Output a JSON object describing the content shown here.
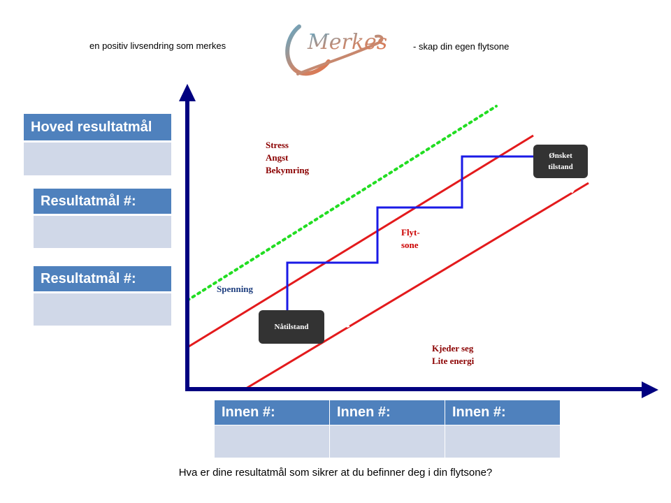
{
  "header": {
    "left_tagline": "en positiv livsendring som merkes",
    "logo_text": "Merkes",
    "right_tagline": "- skap din egen flytsone"
  },
  "goals": {
    "main_title": "Hoved resultatmål",
    "sub_title_1": "Resultatmål #:",
    "sub_title_2": "Resultatmål #:"
  },
  "diagram": {
    "stress_lines": [
      "Stress",
      "Angst",
      "Bekymring"
    ],
    "tension_label": "Spenning",
    "flow_zone_lines": [
      "Flyt-",
      "sone"
    ],
    "bored_lines": [
      "Kjeder seg",
      "Lite energi"
    ],
    "current_state": "Nåtilstand",
    "desired_state_lines": [
      "Ønsket",
      "tilstand"
    ]
  },
  "timeline": {
    "headers": [
      "Innen #:",
      "Innen #:",
      "Innen #:"
    ]
  },
  "question": "Hva er dine resultatmål som sikrer at du befinner deg i din flytsone?",
  "colors": {
    "box_header": "#4f81bd",
    "box_body": "#d0d8e8",
    "axis": "#000080",
    "zone_line": "#e31a1c",
    "dotted_line": "#22dd22",
    "path_line": "#1a1ae6",
    "state_box": "#333333",
    "stress_text": "#8b0000",
    "tension_text": "#1f3f7f",
    "flow_text": "#cc0000"
  }
}
